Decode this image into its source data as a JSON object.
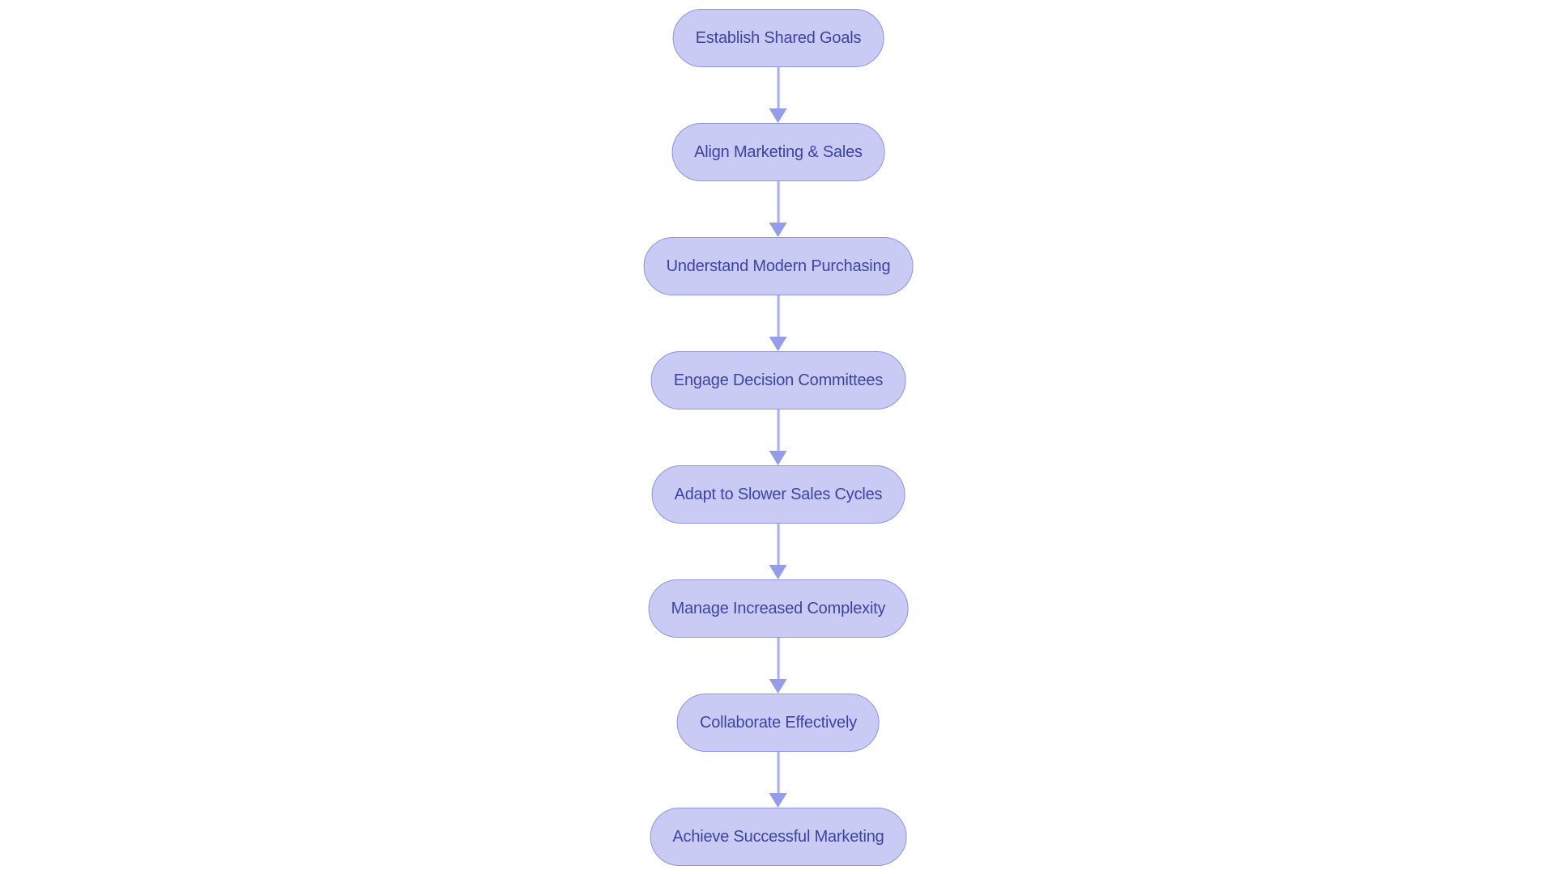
{
  "page": {
    "background_color": "#ffffff"
  },
  "diagram": {
    "type": "flowchart",
    "direction": "top-to-bottom",
    "colors": {
      "node_fill": "#c9cbf5",
      "node_border": "#8e94e2",
      "node_text": "#3c43a4",
      "connector_line": "#a9aeef",
      "connector_head": "#959ce9"
    },
    "nodes": [
      {
        "id": "n1",
        "label": "Establish Shared Goals"
      },
      {
        "id": "n2",
        "label": "Align Marketing & Sales"
      },
      {
        "id": "n3",
        "label": "Understand Modern Purchasing"
      },
      {
        "id": "n4",
        "label": "Engage Decision Committees"
      },
      {
        "id": "n5",
        "label": "Adapt to Slower Sales Cycles"
      },
      {
        "id": "n6",
        "label": "Manage Increased Complexity"
      },
      {
        "id": "n7",
        "label": "Collaborate Effectively"
      },
      {
        "id": "n8",
        "label": "Achieve Successful Marketing"
      }
    ],
    "edges": [
      {
        "from": "n1",
        "to": "n2"
      },
      {
        "from": "n2",
        "to": "n3"
      },
      {
        "from": "n3",
        "to": "n4"
      },
      {
        "from": "n4",
        "to": "n5"
      },
      {
        "from": "n5",
        "to": "n6"
      },
      {
        "from": "n6",
        "to": "n7"
      },
      {
        "from": "n7",
        "to": "n8"
      }
    ]
  }
}
